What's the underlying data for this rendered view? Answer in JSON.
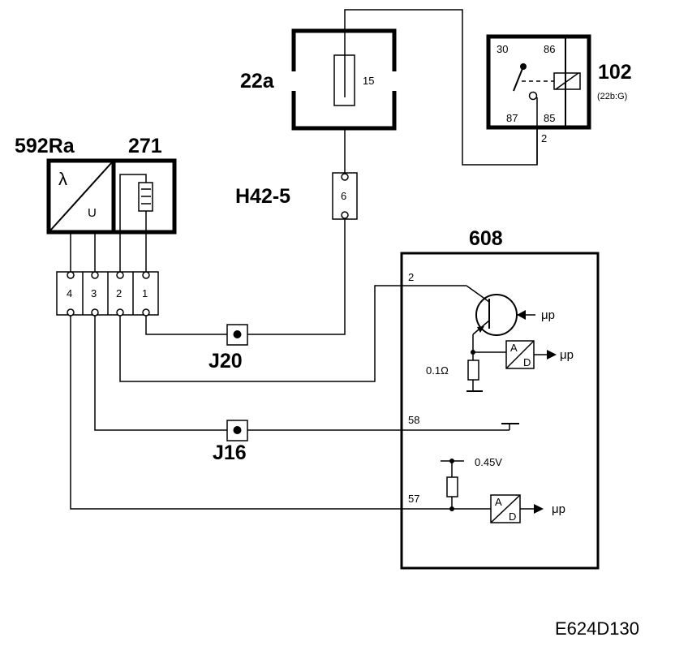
{
  "components": {
    "fuse_box": {
      "id": "22a",
      "fuse": "15"
    },
    "relay": {
      "id": "102",
      "ref": "(22b:G)",
      "pins": [
        "30",
        "86",
        "87",
        "85"
      ],
      "pin_out": "2"
    },
    "sensor": {
      "id": "592Ra",
      "heater_id": "271",
      "lambda": "λ",
      "u": "U",
      "pins": [
        "4",
        "3",
        "2",
        "1"
      ]
    },
    "connector": {
      "id": "H42-5",
      "pin": "6"
    },
    "ecu": {
      "id": "608",
      "pins": {
        "p2": "2",
        "p58": "58",
        "p57": "57"
      },
      "resistor": "0.1Ω",
      "voltage": "0.45V",
      "mu_p": "μp",
      "ad_a": "A",
      "ad_d": "D"
    },
    "junctions": {
      "j20": "J20",
      "j16": "J16"
    }
  },
  "footer": {
    "code": "E624D130"
  }
}
